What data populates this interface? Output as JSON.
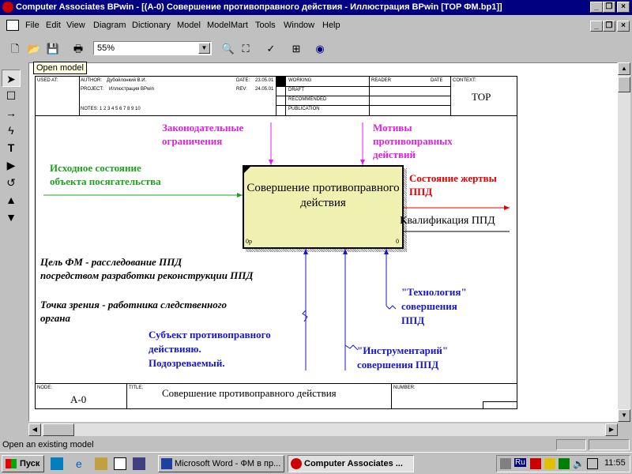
{
  "window": {
    "title": "Computer Associates BPwin - [(A-0) Совершение противоправного действия - Иллюстрация BPwin  [TOP ФМ.bp1]]"
  },
  "menu": {
    "items": [
      "File",
      "Edit",
      "View",
      "Diagram",
      "Dictionary",
      "Model",
      "ModelMart",
      "Tools",
      "Window",
      "Help"
    ]
  },
  "toolbar": {
    "zoom": "55%",
    "tooltip": "Open model"
  },
  "header": {
    "used_at": "USED AT:",
    "author_label": "AUTHOR:",
    "author": "Дубойлонкий В.И.",
    "project_label": "PROJECT:",
    "project": "Иллюстрация BPwin",
    "date_label": "DATE:",
    "date": "23.05.01",
    "rev_label": "REV:",
    "rev": "24.05.01",
    "notes": "NOTES:  1  2  3  4  5  6  7  8  9  10",
    "working": "WORKING",
    "draft": "DRAFT",
    "recommended": "RECOMMENDED",
    "publication": "PUBLICATION",
    "reader": "READER",
    "date2": "DATE",
    "context": "CONTEXT:",
    "context_val": "TOP"
  },
  "diagram": {
    "box_title": "Совершение противоправного действия",
    "box_num": "0р",
    "box_zero": "0",
    "control1": "Законодательные\nограничения",
    "control2": "Мотивы\nпротивоправных\nдействий",
    "input1": "Исходное состояние\nобъекта посягательства",
    "output1": "Состояние жертвы\nППД",
    "output2": "Квалификация ППД",
    "purpose": "Цель ФМ - расследование ППД\nпосредством разработки реконструкции ППД",
    "viewpoint": "Точка зрения - работника следственного\nоргана",
    "mech1": "Субъект противоправного\nдействияю.\nПодозреваемый.",
    "mech2": "\"Инструментарий\"\nсовершения ППД",
    "mech3": "\"Технология\"\nсовершения\nППД",
    "colors": {
      "control": "#e020e0",
      "input": "#20a020",
      "output": "#e00000",
      "mech": "#1818c8"
    }
  },
  "footer": {
    "node_label": "NODE:",
    "node": "A-0",
    "title_label": "TITLE:",
    "title": "Совершение противоправного действия",
    "number_label": "NUMBER:"
  },
  "status": {
    "text": "Open an existing model"
  },
  "taskbar": {
    "start": "Пуск",
    "tasks": [
      "Microsoft Word - ФМ в пр...",
      "Computer Associates ..."
    ],
    "lang": "Ru",
    "time": "11:55"
  }
}
